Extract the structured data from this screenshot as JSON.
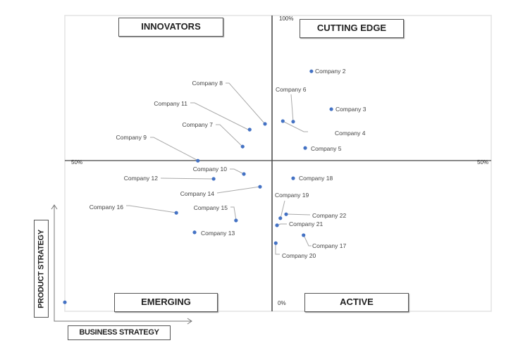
{
  "chart_data": {
    "type": "scatter",
    "title": "",
    "xlabel": "BUSINESS STRATEGY",
    "ylabel": "PRODUCT STRATEGY",
    "xlim": [
      0,
      100
    ],
    "ylim": [
      0,
      100
    ],
    "grid": false,
    "tick_labels": {
      "y_top": "100%",
      "y_bottom": "0%",
      "x_left": "50%",
      "x_right": "50%"
    },
    "quadrants": {
      "top_left": "INNOVATORS",
      "top_right": "CUTTING EDGE",
      "bottom_left": "EMERGING",
      "bottom_right": "ACTIVE"
    },
    "point_color": "#4472C4",
    "points": [
      {
        "label": "Company 2",
        "x": 59.5,
        "y": 81.8
      },
      {
        "label": "Company 3",
        "x": 64.3,
        "y": 68.4
      },
      {
        "label": "Company 4",
        "x": 52.6,
        "y": 64.2
      },
      {
        "label": "Company 5",
        "x": 58.0,
        "y": 54.7
      },
      {
        "label": "Company 6",
        "x": 55.1,
        "y": 64.0
      },
      {
        "label": "Company 7",
        "x": 42.9,
        "y": 55.2
      },
      {
        "label": "Company 8",
        "x": 48.3,
        "y": 63.2
      },
      {
        "label": "Company 9",
        "x": 32.1,
        "y": 50.2
      },
      {
        "label": "Company 10",
        "x": 43.2,
        "y": 45.5
      },
      {
        "label": "Company 11",
        "x": 44.6,
        "y": 61.2
      },
      {
        "label": "Company 12",
        "x": 35.9,
        "y": 43.8
      },
      {
        "label": "Company 13",
        "x": 31.3,
        "y": 24.9
      },
      {
        "label": "Company 14",
        "x": 47.1,
        "y": 41.0
      },
      {
        "label": "Company 15",
        "x": 41.3,
        "y": 29.1
      },
      {
        "label": "Company 16",
        "x": 26.9,
        "y": 31.8
      },
      {
        "label": "Company 17",
        "x": 57.6,
        "y": 23.9
      },
      {
        "label": "Company 18",
        "x": 55.1,
        "y": 44.0
      },
      {
        "label": "Company 19",
        "x": 52.0,
        "y": 29.9
      },
      {
        "label": "Company 20",
        "x": 50.9,
        "y": 21.1
      },
      {
        "label": "Company 21",
        "x": 51.2,
        "y": 27.4
      },
      {
        "label": "Company 22",
        "x": 53.4,
        "y": 31.3
      },
      {
        "label": "",
        "x": 0,
        "y": 0.2
      }
    ]
  }
}
